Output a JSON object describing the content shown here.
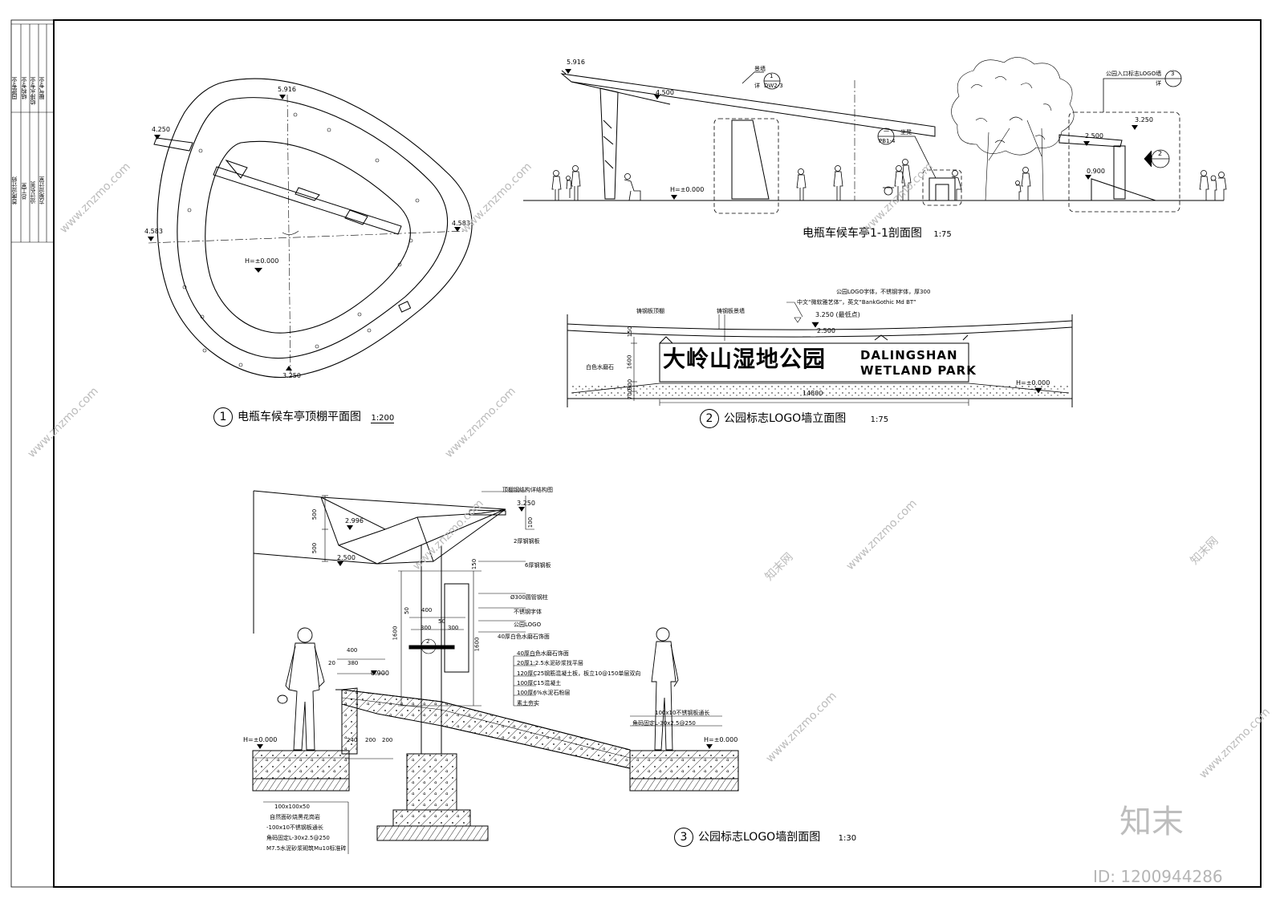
{
  "title_block": {
    "fields": [
      "园建专业",
      "结构专业",
      "给排水专业",
      "暖气专业",
      "首席设计师",
      "总工室",
      "设计负责",
      "方案设计室"
    ]
  },
  "views": {
    "plan": {
      "num": "1",
      "title": "电瓶车候车亭顶棚平面图",
      "scale": "1:200",
      "levels": {
        "top": "5.916",
        "left_top": "4.250",
        "left": "4.583",
        "right": "4.583",
        "center": "H=±0.000",
        "bottom": "3.250"
      }
    },
    "section11": {
      "title": "电瓶车候车亭1-1剖面图",
      "scale": "1:75",
      "levels": {
        "roof": "5.916",
        "beam": "4.500",
        "ground": "H=±0.000",
        "right_top": "3.250",
        "right_mid": "2.500",
        "right_low": "0.900"
      },
      "callouts": {
        "wall": "景墙",
        "wall_ref": "DW2-3",
        "wall_detail": "详",
        "seat": "坐凳",
        "seat_ref": "PB1-4",
        "seat_num": "一",
        "logo": "公园入口标志LOGO墙",
        "logo_num": "3",
        "logo_detail": "详",
        "wall_num": "1",
        "arrow_num": "2"
      }
    },
    "elevation": {
      "num": "2",
      "title": "公园标志LOGO墙立面图",
      "scale": "1:75",
      "logo_cn": "大岭山湿地公园",
      "logo_en1": "DALINGSHAN",
      "logo_en2": "WETLAND PARK",
      "notes": {
        "n1": "公园LOGO字体，不锈钢字体，厚300",
        "n2": "中文“微软雅艺体”，英文“BankGothic Md BT”",
        "n3": "铸钢板顶棚",
        "n4": "铸钢板景墙",
        "n5": "白色水磨石",
        "lvl1": "3.250 (最低点)",
        "lvl2": "2.500",
        "ground": "H=±0.000",
        "width": "14800",
        "d150": "150",
        "d1600": "1600",
        "d900": "900",
        "d700": "700"
      }
    },
    "section3": {
      "num": "3",
      "title": "公园标志LOGO墙剖面图",
      "scale": "1:30",
      "levels": {
        "top": "3.250",
        "l2996": "2.996",
        "l2500": "2.500",
        "l0900": "0.900",
        "ground_l": "H=±0.000",
        "ground_r": "H=±0.000"
      },
      "dims": {
        "d500a": "500",
        "d500b": "500",
        "d150": "150",
        "d100": "100",
        "d400a": "400",
        "d400b": "400",
        "d380": "380",
        "d20": "20",
        "d50a": "50",
        "d50b": "50",
        "d300a": "300",
        "d300b": "300",
        "d1600a": "1600",
        "d1600b": "1600",
        "d240": "240",
        "d200a": "200",
        "d200b": "200",
        "marker": "2"
      },
      "notes_right": [
        "顶棚钢结构详结构图",
        "2厚钢钢板",
        "6厚钢钢板",
        "Ø300圆管钢柱",
        "不锈钢字体",
        "公园LOGO",
        "40厚白色水磨石饰面"
      ],
      "layers": [
        "40厚白色水磨石饰面",
        "20厚1:2.5水泥砂浆找平层",
        "120厚C25钢筋混凝土板，板立10@150单层双向",
        "100厚C15混凝土",
        "100厚6%水泥石粉层",
        "素土夯实"
      ],
      "right_notes": [
        "100x10不锈钢板通长",
        "角码固定L-30x2.5@250"
      ],
      "left_notes": [
        "100x100x50",
        "自然面砂烧黑花岗岩",
        "-100x10不锈钢板通长",
        "角码固定L-30x2.5@250",
        "M7.5水泥砂浆砌筑Mu10标准砖"
      ]
    }
  },
  "watermark": {
    "site": "www.znzmo.com",
    "brand": "知末网",
    "logo": "知末",
    "id": "ID: 1200944286"
  }
}
